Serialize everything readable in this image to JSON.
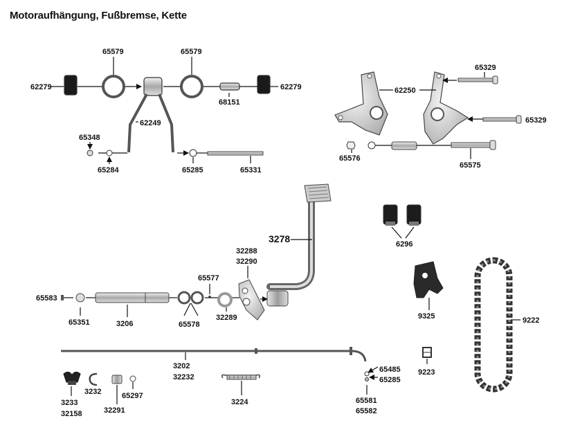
{
  "title": "Motoraufhängung, Fußbremse, Kette",
  "labels": {
    "p62279_left": "62279",
    "p65579_left": "65579",
    "p65579_right": "65579",
    "p62279_right": "62279",
    "p68151": "68151",
    "p62249": "62249",
    "p65348": "65348",
    "p65284": "65284",
    "p65285_top": "65285",
    "p65331": "65331",
    "p65329_top": "65329",
    "p62250": "62250",
    "p65329_mid": "65329",
    "p65576": "65576",
    "p65575": "65575",
    "p3278": "3278",
    "p6296": "6296",
    "p32288": "32288",
    "p32290": "32290",
    "p65577": "65577",
    "p65583": "65583",
    "p65351": "65351",
    "p3206": "3206",
    "p65578": "65578",
    "p32289": "32289",
    "p9325": "9325",
    "p9222": "9222",
    "p3202": "3202",
    "p32232": "32232",
    "p65485": "65485",
    "p65285_bot": "65285",
    "p9223": "9223",
    "p3233": "3233",
    "p32158": "32158",
    "p3232": "3232",
    "p32291": "32291",
    "p65297": "65297",
    "p3224": "3224",
    "p65581": "65581",
    "p65582": "65582"
  }
}
